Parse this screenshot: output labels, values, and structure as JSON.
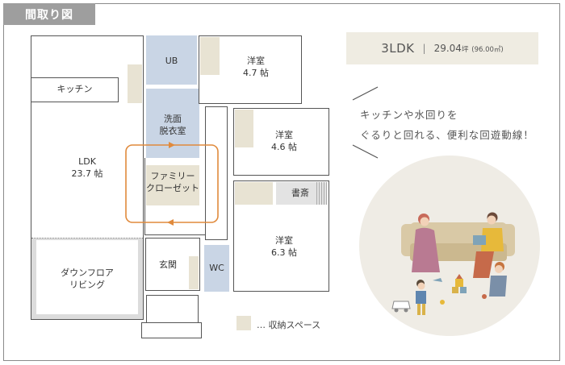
{
  "header": {
    "title": "間取り図"
  },
  "summary": {
    "type": "3LDK",
    "separator": "|",
    "tsubo": "29.04",
    "tsubo_unit": "坪",
    "sqm": "(96.00㎡)"
  },
  "catchcopy": {
    "line1": "キッチンや水回りを",
    "line2": "ぐるりと回れる、便利な回遊動線！"
  },
  "rooms": {
    "kitchen": "キッチン",
    "ldk_name": "LDK",
    "ldk_size": "23.7 帖",
    "downfloor_line1": "ダウンフロア",
    "downfloor_line2": "リビング",
    "ub": "UB",
    "washroom_line1": "洗面",
    "washroom_line2": "脱衣室",
    "family_closet_line1": "ファミリー",
    "family_closet_line2": "クローゼット",
    "entrance": "玄関",
    "wc": "WC",
    "bedroom1_name": "洋室",
    "bedroom1_size": "4.7 帖",
    "bedroom2_name": "洋室",
    "bedroom2_size": "4.6 帖",
    "bedroom3_name": "洋室",
    "bedroom3_size": "6.3 帖",
    "study": "書斎"
  },
  "legend": {
    "text": "… 収納スペース"
  },
  "colors": {
    "storage": "#e8e3d3",
    "water_area": "#c9d5e5",
    "loop_arrow": "#e08a3c",
    "header": "#9e9e9e"
  }
}
